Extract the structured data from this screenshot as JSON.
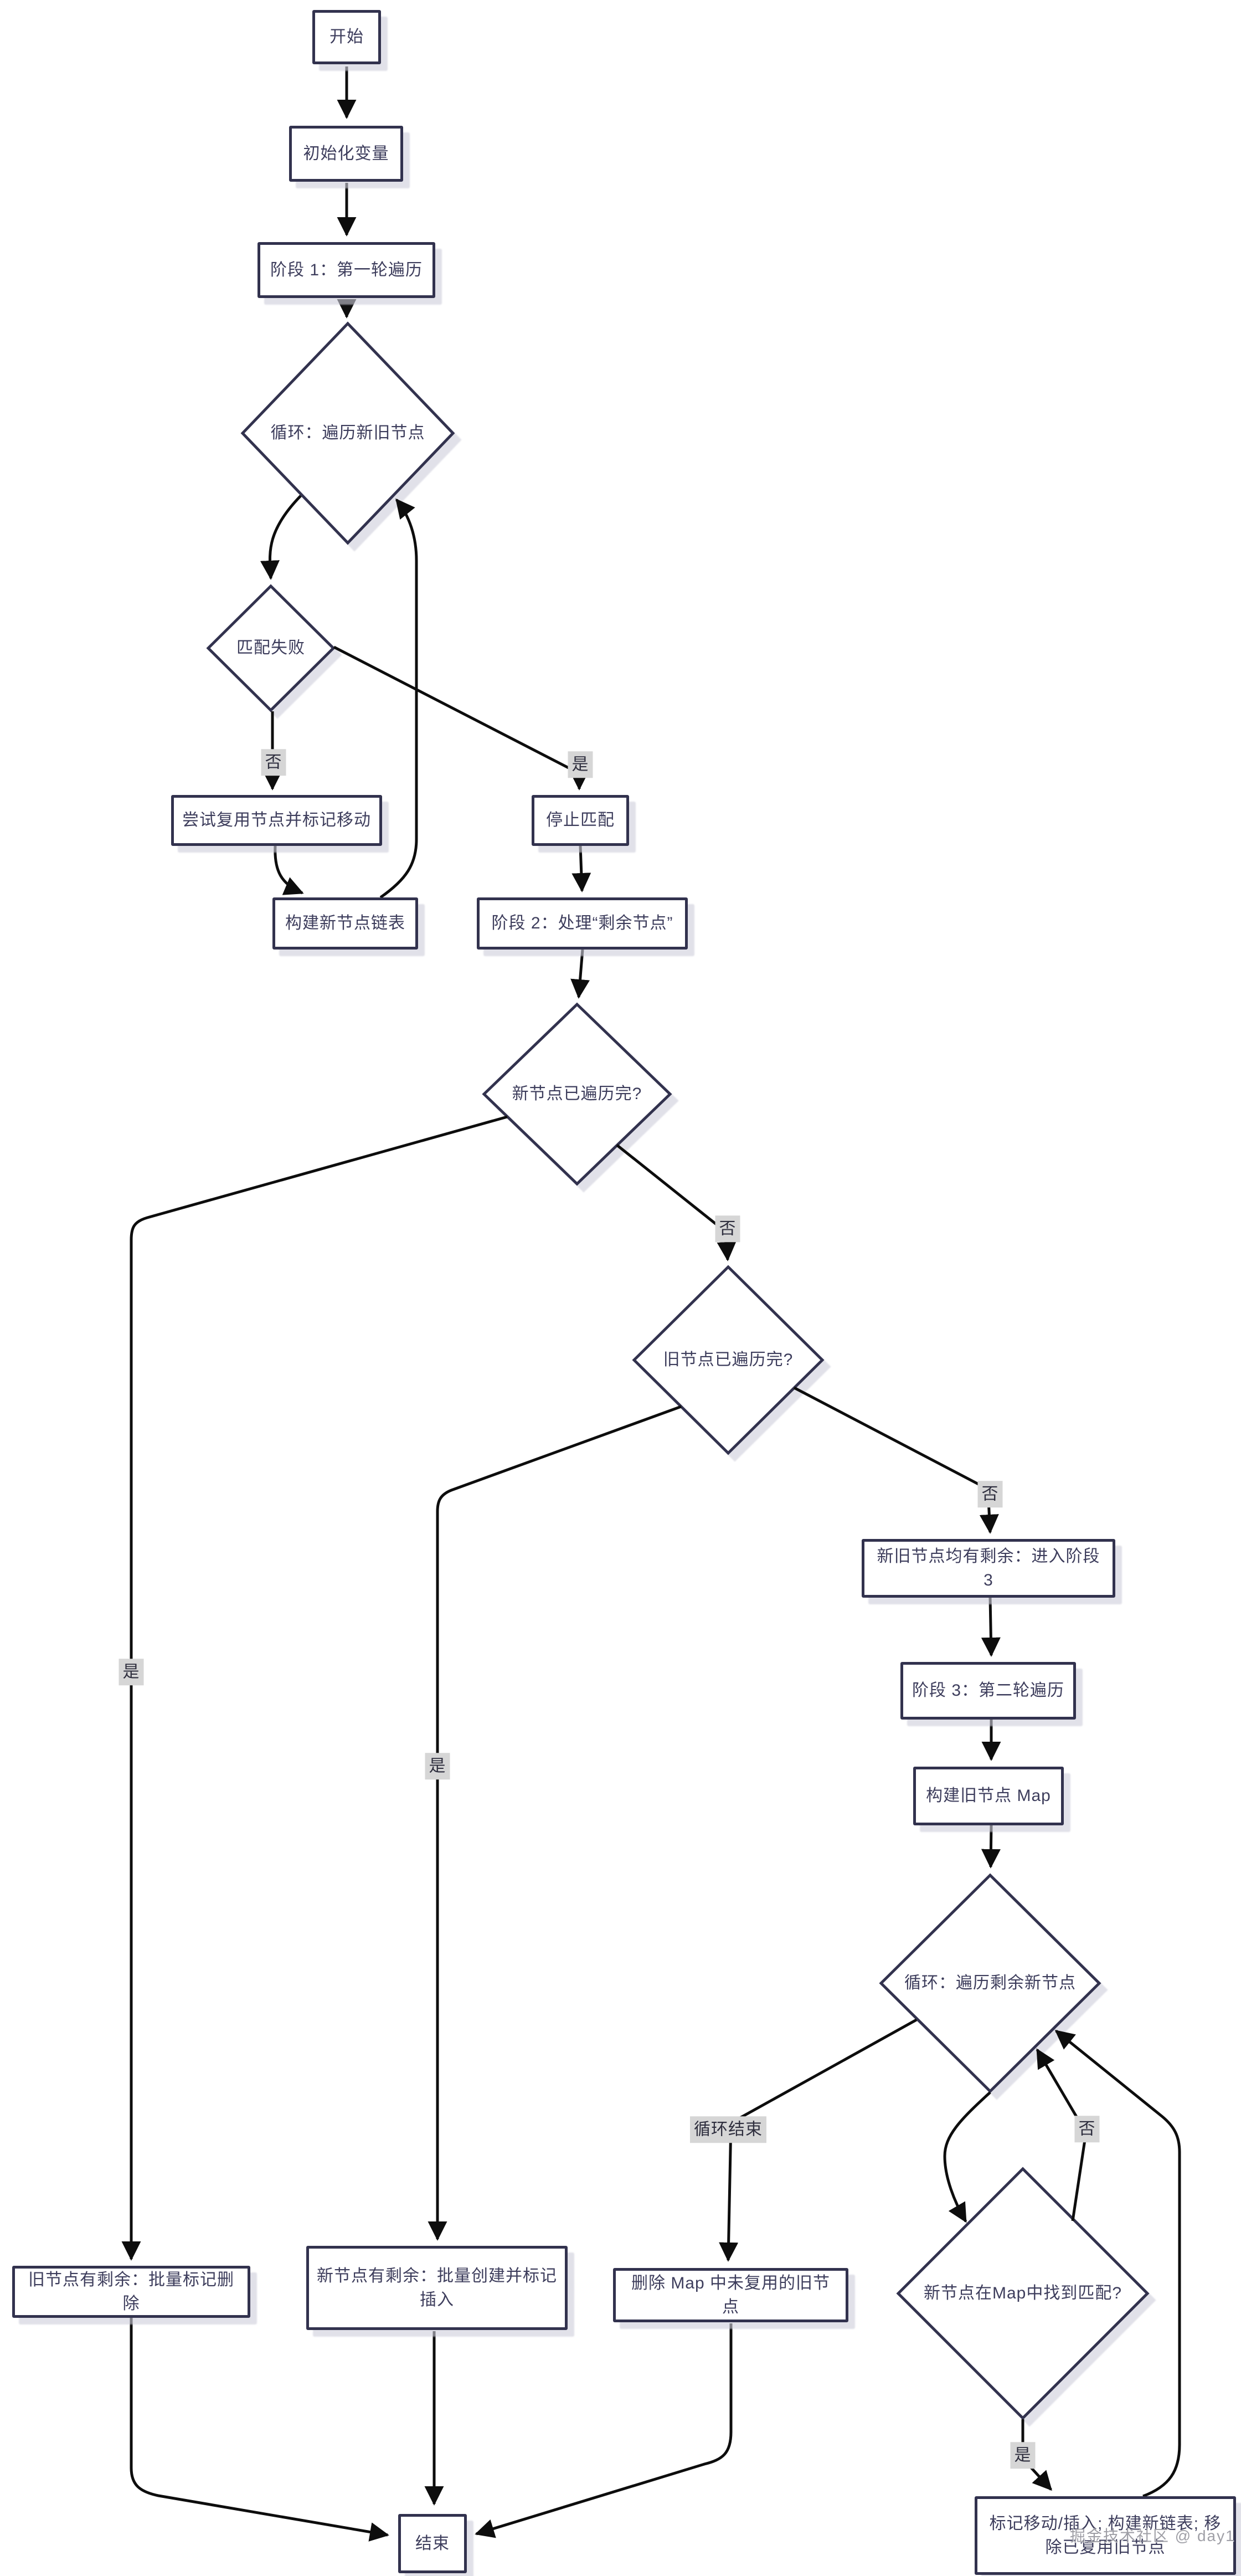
{
  "colors": {
    "node-border": "#32324e",
    "node-fill": "#ffffff",
    "node-text": "#3d3d5c",
    "edge": "#0d0d0d",
    "label-bg": "#d6d6d6",
    "label-text": "#2e2e3e",
    "watermark": "#9a9aa2"
  },
  "nodes": {
    "start": {
      "label": "开始",
      "shape": "rect"
    },
    "init": {
      "label": "初始化变量",
      "shape": "rect"
    },
    "phase1": {
      "label": "阶段 1：第一轮遍历",
      "shape": "rect"
    },
    "loop1": {
      "label": "循环：遍历新旧节点",
      "shape": "diamond"
    },
    "matchFail": {
      "label": "匹配失败",
      "shape": "diamond"
    },
    "tryReuse": {
      "label": "尝试复用节点并标记移动",
      "shape": "rect"
    },
    "stopMatch": {
      "label": "停止匹配",
      "shape": "rect"
    },
    "buildList": {
      "label": "构建新节点链表",
      "shape": "rect"
    },
    "phase2": {
      "label": "阶段 2：处理“剩余节点”",
      "shape": "rect"
    },
    "newDone": {
      "label": "新节点已遍历完?",
      "shape": "diamond"
    },
    "oldDone": {
      "label": "旧节点已遍历完?",
      "shape": "diamond"
    },
    "bothLeft": {
      "label": "新旧节点均有剩余：进入阶段 3",
      "shape": "rect"
    },
    "phase3": {
      "label": "阶段 3：第二轮遍历",
      "shape": "rect"
    },
    "buildMap": {
      "label": "构建旧节点 Map",
      "shape": "rect"
    },
    "loop2": {
      "label": "循环：遍历剩余新节点",
      "shape": "diamond"
    },
    "oldLeft": {
      "label": "旧节点有剩余：批量标记删除",
      "shape": "rect"
    },
    "newLeft": {
      "label": "新节点有剩余：批量创建并标记插入",
      "shape": "rect"
    },
    "delMap": {
      "label": "删除 Map 中未复用的旧节点",
      "shape": "rect"
    },
    "mapMatch": {
      "label": "新节点在Map中找到匹配?",
      "shape": "diamond"
    },
    "markMove": {
      "label": "标记移动/插入; 构建新链表; 移除已复用旧节点",
      "shape": "rect"
    },
    "end": {
      "label": "结束",
      "shape": "rect"
    }
  },
  "edge_labels": {
    "no1": "否",
    "yes1": "是",
    "no2": "否",
    "yes2": "是",
    "yes3": "是",
    "no3": "否",
    "loop_end": "循环结束",
    "no4": "否",
    "yes4": "是"
  },
  "watermark": "掘金技术社区 @ day1"
}
